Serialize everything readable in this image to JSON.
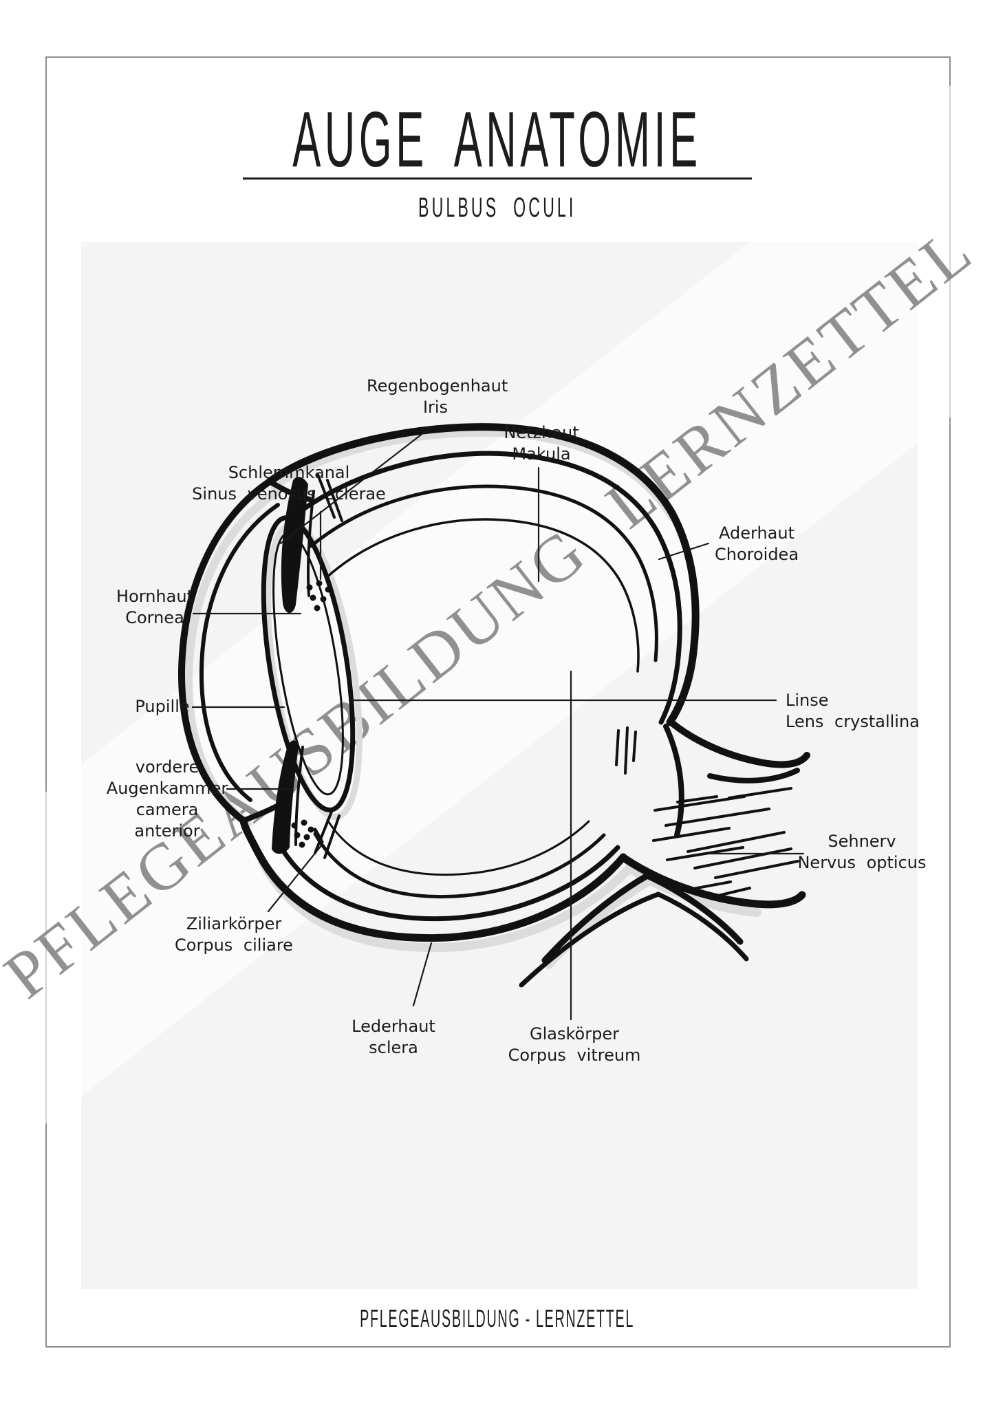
{
  "poster": {
    "title": "AUGE ANATOMIE",
    "subtitle": "BULBUS OCULI",
    "footer": "PFLEGEAUSBILDUNG - LERNZETTEL"
  },
  "watermark": {
    "word1": "PFLEGEAUSBILDUNG",
    "word2": "LERNZETTEL",
    "text_color": "#767676",
    "band_color": "rgba(255,255,255,0.6)"
  },
  "diagram": {
    "subject": "eye-cross-section",
    "background_color": "#f4f4f4",
    "ink_color": "#111111",
    "labels": [
      {
        "id": "iris",
        "line1": "Regenbogenhaut",
        "line2": "Iris"
      },
      {
        "id": "retina-macula",
        "line1": "Netzhaut",
        "line2": "Makula"
      },
      {
        "id": "schlemm-canal",
        "line1": "Schlemmkanal",
        "line2": "Sinus venosus sclerae"
      },
      {
        "id": "choroid",
        "line1": "Aderhaut",
        "line2": "Choroidea"
      },
      {
        "id": "cornea",
        "line1": "Hornhaut",
        "line2": "Cornea"
      },
      {
        "id": "pupil",
        "line1": "Pupille",
        "line2": ""
      },
      {
        "id": "anterior-chamber",
        "line1": "vordere Augenkammer",
        "line2": "camera anterior"
      },
      {
        "id": "lens",
        "line1": "Linse",
        "line2": "Lens crystallina"
      },
      {
        "id": "optic-nerve",
        "line1": "Sehnerv",
        "line2": "Nervus opticus"
      },
      {
        "id": "ciliary-body",
        "line1": "Ziliarkörper",
        "line2": "Corpus ciliare"
      },
      {
        "id": "sclera",
        "line1": "Lederhaut",
        "line2": "sclera"
      },
      {
        "id": "vitreous-body",
        "line1": "Glaskörper",
        "line2": "Corpus vitreum"
      }
    ]
  }
}
